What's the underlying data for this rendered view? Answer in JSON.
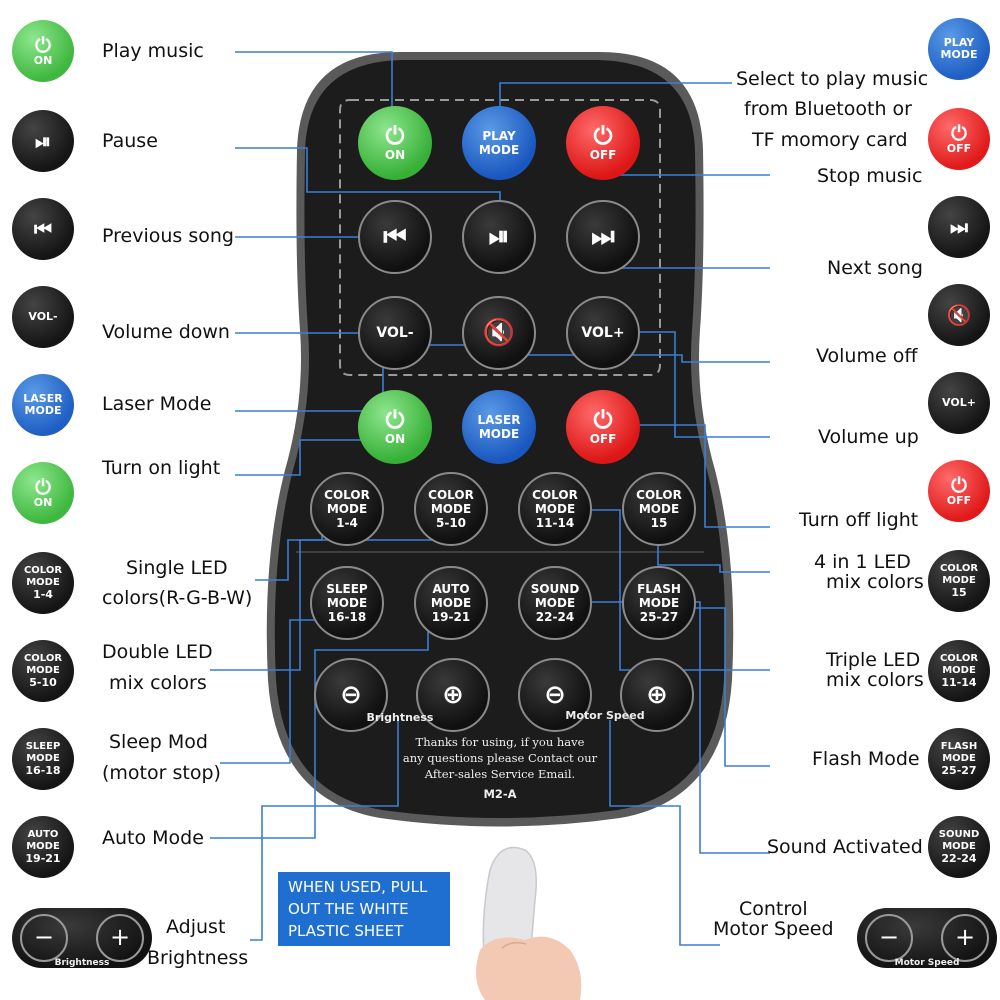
{
  "left_labels": {
    "play_music": "Play music",
    "pause": "Pause",
    "previous_song": "Previous song",
    "volume_down": "Volume down",
    "laser_mode": "Laser Mode",
    "turn_on_light": "Turn on light",
    "single_led_1": "Single LED",
    "single_led_2": "colors(R-G-B-W)",
    "double_led_1": "Double LED",
    "double_led_2": "mix colors",
    "sleep_mod_1": "Sleep Mod",
    "sleep_mod_2": "(motor stop)",
    "auto_mode": "Auto Mode",
    "adjust_1": "Adjust",
    "adjust_2": "Brightness"
  },
  "right_labels": {
    "select_1": "Select to play music",
    "select_2": "from Bluetooth or",
    "select_3": "TF momory card",
    "stop_music": "Stop music",
    "next_song": "Next song",
    "volume_off": "Volume off",
    "volume_up": "Volume up",
    "turn_off_light": "Turn off light",
    "four_in_one_1": "4 in 1 LED",
    "four_in_one_2": "mix colors",
    "triple_1": "Triple LED",
    "triple_2": "mix colors",
    "flash_mode": "Flash Mode",
    "sound_activated": "Sound Activated",
    "control_1": "Control",
    "control_2": "Motor Speed"
  },
  "buttons": {
    "on": "ON",
    "off": "OFF",
    "play": "PLAY",
    "mode": "MODE",
    "laser": "LASER",
    "vol_minus": "VOL-",
    "vol_plus": "VOL+",
    "color": "COLOR",
    "cm_1_4": "1-4",
    "cm_5_10": "5-10",
    "cm_11_14": "11-14",
    "cm_15": "15",
    "sleep": "SLEEP",
    "sm_16_18": "16-18",
    "auto": "AUTO",
    "am_19_21": "19-21",
    "sound": "SOUND",
    "snd_22_24": "22-24",
    "flash": "FLASH",
    "fm_25_27": "25-27",
    "brightness": "Brightness",
    "motor_speed": "Motor Speed"
  },
  "remote_text": {
    "line1": "Thanks for using, if you have",
    "line2": "any questions please Contact our",
    "line3": "After-sales Service Email.",
    "model": "M2-A"
  },
  "note": {
    "line1": "WHEN USED, PULL",
    "line2": "OUT THE WHITE",
    "line3": "PLASTIC SHEET"
  },
  "colors": {
    "green": "#3fb83f",
    "red": "#e01a1a",
    "blue": "#1f5fc4",
    "leader": "#3a7fd5",
    "remote_body": "#1c1c1c"
  }
}
